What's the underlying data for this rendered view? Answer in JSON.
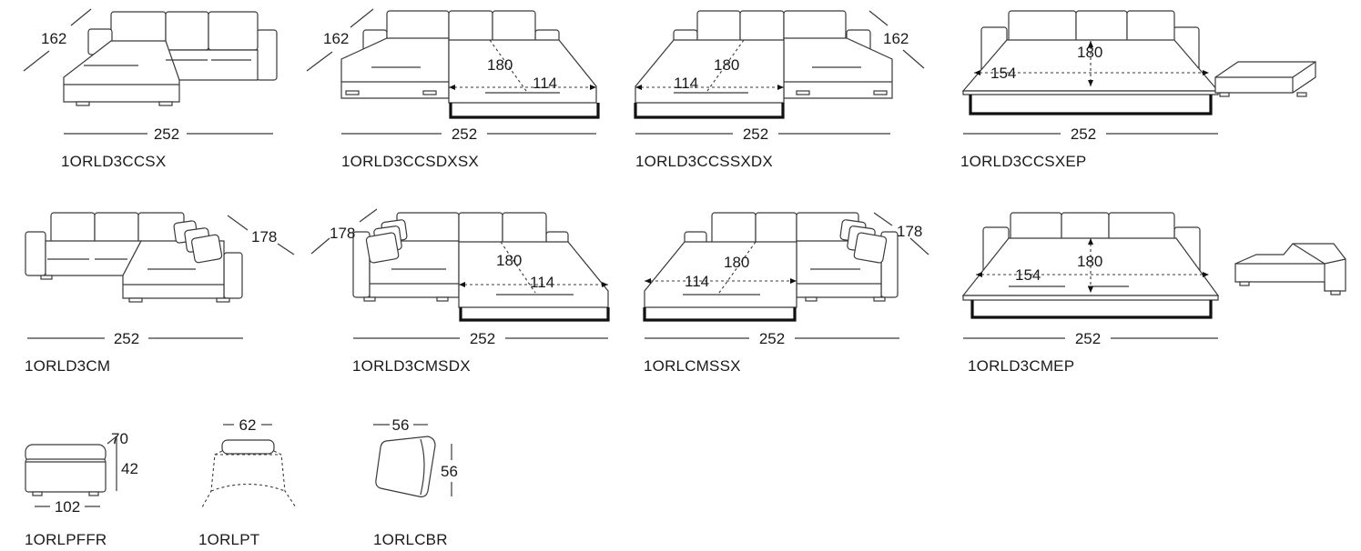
{
  "models": [
    {
      "code": "1ORLD3CCSX",
      "dims": {
        "width": "252",
        "diag": "162"
      }
    },
    {
      "code": "1ORLD3CCSDXSX",
      "dims": {
        "width": "252",
        "diag": "162",
        "bed_len": "180",
        "bed_w": "114"
      }
    },
    {
      "code": "1ORLD3CCSSXDX",
      "dims": {
        "width": "252",
        "diag": "162",
        "bed_len": "180",
        "bed_w": "114"
      }
    },
    {
      "code": "1ORLD3CCSXEP",
      "dims": {
        "width": "252",
        "bed_len": "180",
        "bed_w": "154"
      }
    },
    {
      "code": "1ORLD3CM",
      "dims": {
        "width": "252",
        "diag": "178"
      }
    },
    {
      "code": "1ORLD3CMSDX",
      "dims": {
        "width": "252",
        "diag": "178",
        "bed_len": "180",
        "bed_w": "114"
      }
    },
    {
      "code": "1ORLCMSSX",
      "dims": {
        "width": "252",
        "diag": "178",
        "bed_len": "180",
        "bed_w": "114"
      }
    },
    {
      "code": "1ORLD3CMEP",
      "dims": {
        "width": "252",
        "bed_len": "180",
        "bed_w": "154"
      }
    },
    {
      "code": "1ORLPFFR",
      "dims": {
        "width": "102",
        "height_total": "70",
        "height_seat": "42"
      }
    },
    {
      "code": "1ORLPT",
      "dims": {
        "width": "62"
      }
    },
    {
      "code": "1ORLCBR",
      "dims": {
        "width": "56",
        "height": "56"
      }
    }
  ]
}
